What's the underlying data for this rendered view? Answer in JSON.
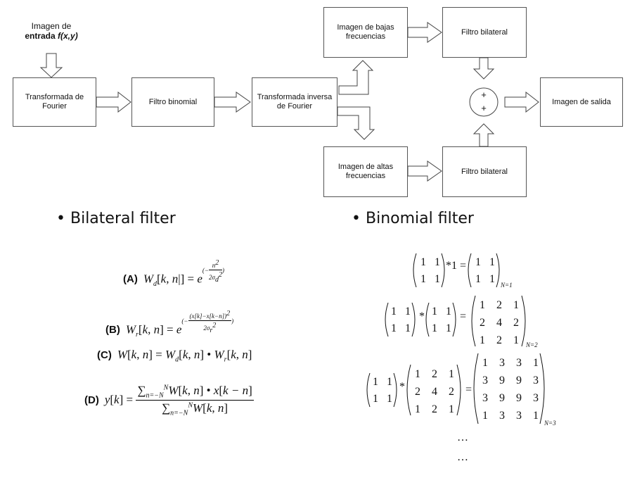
{
  "diagram": {
    "input_label_line1": "Imagen de",
    "input_label_line2": "entrada",
    "input_label_func": "f(x,y)",
    "boxes": {
      "fourier": "Transformada de Fourier",
      "binomial": "Filtro binomial",
      "inverse": "Transformada inversa de Fourier",
      "low": "Imagen de bajas frecuencias",
      "high": "Imagen de altas frecuencias",
      "bilateral_top": "Filtro bilateral",
      "bilateral_bottom": "Filtro bilateral",
      "output": "Imagen de salida"
    },
    "sum_symbols": [
      "+",
      "+"
    ]
  },
  "sections": {
    "bilateral_title": "Bilateral filter",
    "binomial_title": "Binomial filter"
  },
  "equations": {
    "labels": [
      "(A)",
      "(B)",
      "(C)",
      "(D)"
    ]
  },
  "binomial": {
    "rows": [
      {
        "label": "N=1"
      },
      {
        "label": "N=2"
      },
      {
        "label": "N=3"
      }
    ],
    "ellipsis": "…"
  }
}
